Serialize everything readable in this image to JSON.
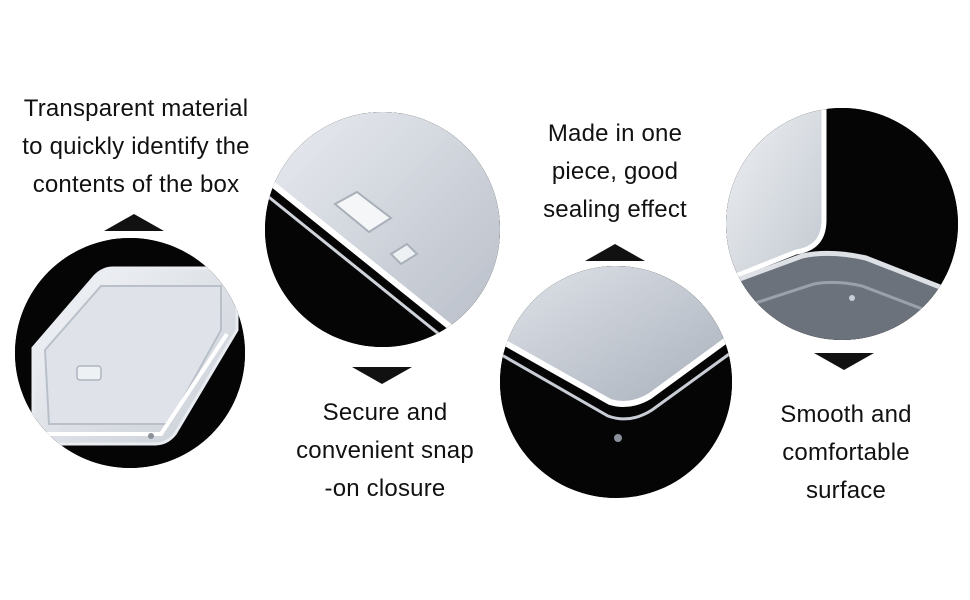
{
  "features": [
    {
      "lines": [
        "Transparent material",
        "to quickly identify the",
        "contents of the box"
      ],
      "image": "full-box-photo",
      "arrow": "up"
    },
    {
      "lines": [
        "Secure and",
        "convenient snap",
        "-on closure"
      ],
      "image": "snap-closure-closeup",
      "arrow": "down"
    },
    {
      "lines": [
        "Made in one",
        "piece, good",
        "sealing effect"
      ],
      "image": "rounded-corner-closeup",
      "arrow": "up"
    },
    {
      "lines": [
        "Smooth and",
        "comfortable",
        "surface"
      ],
      "image": "open-lid-closeup",
      "arrow": "down"
    }
  ],
  "colors": {
    "background": "#ffffff",
    "circle_background": "#050505",
    "text": "#111111",
    "plastic": "#d9dde2"
  }
}
